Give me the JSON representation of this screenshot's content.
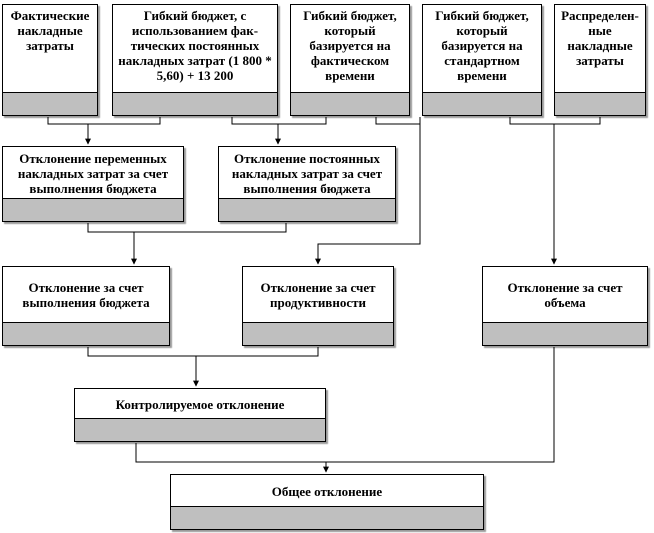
{
  "nodes": {
    "actual_overhead": {
      "label": "Фактические накладные затраты"
    },
    "flex_budget_actual_fixed": {
      "label": "Гибкий бюджет, с использованием фак-тических постоянных накладных затрат (1 800 * 5,60) + 13 200"
    },
    "flex_budget_actual_time": {
      "label": "Гибкий бюджет, который базируется на фактическом времени"
    },
    "flex_budget_standard_time": {
      "label": "Гибкий бюджет, который базируется на стандартном времени"
    },
    "allocated_overhead": {
      "label": "Распределен-ные накладные затраты"
    },
    "variable_overhead_budget_variance": {
      "label": "Отклонение переменных накладных затрат за счет выполнения бюджета"
    },
    "fixed_overhead_budget_variance": {
      "label": "Отклонение постоянных накладных затрат за счет выполнения бюджета"
    },
    "budget_variance": {
      "label": "Отклонение за счет выполнения бюджета"
    },
    "productivity_variance": {
      "label": "Отклонение за счет продуктивности"
    },
    "volume_variance": {
      "label": "Отклонение за счет объема"
    },
    "controllable_variance": {
      "label": "Контролируемое отклонение"
    },
    "total_variance": {
      "label": "Общее отклонение"
    }
  },
  "colors": {
    "band": "#bfbfbf",
    "border": "#000000",
    "shadow": "#9a9a9a"
  }
}
